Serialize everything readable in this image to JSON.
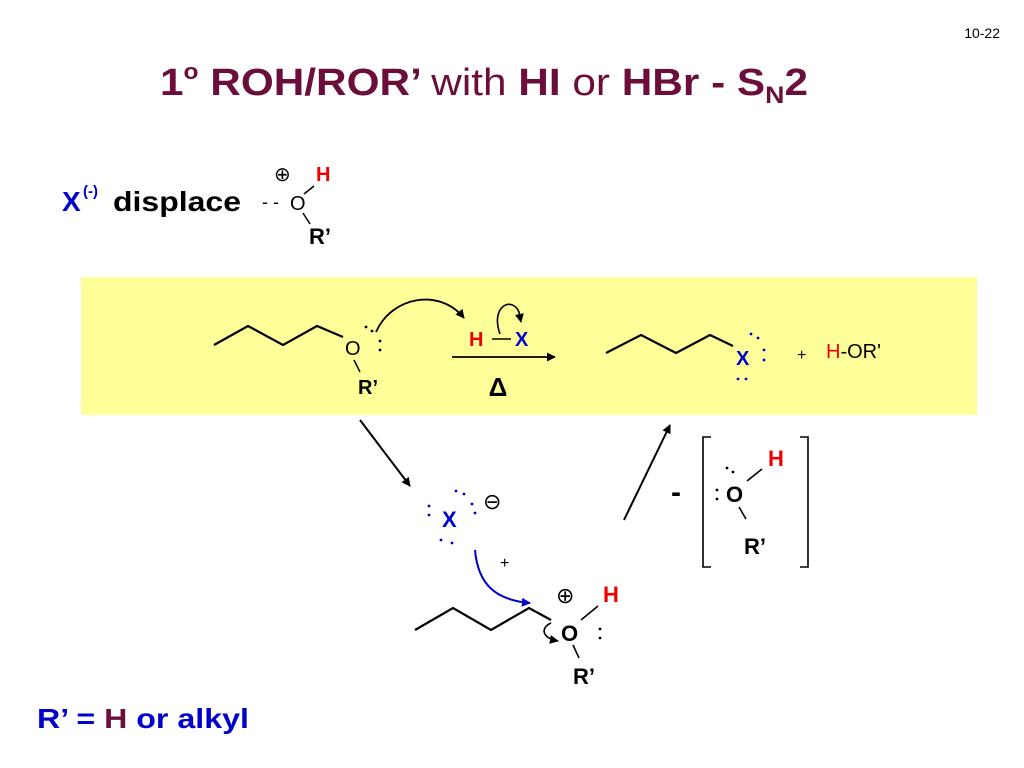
{
  "page_number": "10-22",
  "title": {
    "degree_num": "1",
    "degree_sup": "o",
    "part1": "ROH/ROR’",
    "with": "with",
    "reagent1": "HI",
    "or": "or",
    "reagent2": "HBr - S",
    "sub": "N",
    "end": "2"
  },
  "displace": {
    "x": "X",
    "charge": "(-)",
    "word": "displace",
    "dashes": "- -",
    "o": "O",
    "plus": "⊕",
    "h": "H",
    "r": "R’"
  },
  "reaction": {
    "o": "O",
    "r": "R’",
    "hx_h": "H",
    "hx_x": "X",
    "heat": "Δ",
    "product_x": "X",
    "plus": "+",
    "byproduct_h": "H",
    "byproduct_rest": "-OR'"
  },
  "mechanism": {
    "x": "X",
    "minus": "⊖",
    "plus": "+",
    "oxonium_plus": "⊕",
    "oxonium_h": "H",
    "oxonium_o": "O",
    "oxonium_r": "R’",
    "loss_sign": "-",
    "bracket_h": "H",
    "bracket_o": "O",
    "bracket_r": "R’"
  },
  "footer": {
    "r": "R’ =",
    "h": "H",
    "rest": "or alkyl"
  },
  "colors": {
    "title": "#6b0f3a",
    "highlight": "#ffff99",
    "blue": "#0000cc",
    "red": "#ee0000",
    "black": "#000000"
  }
}
